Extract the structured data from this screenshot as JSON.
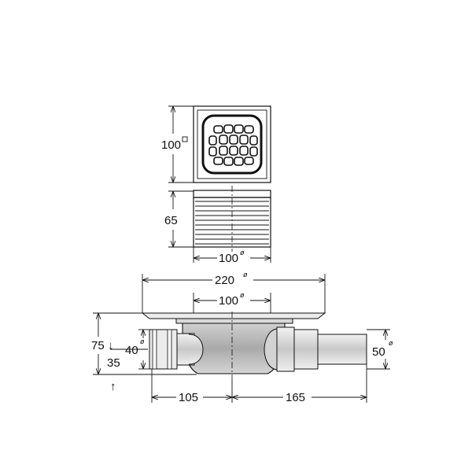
{
  "dimensions": {
    "grate_side": "100",
    "body_height": "65",
    "body_diameter": "100",
    "flange_diameter": "220",
    "inner_diameter": "100",
    "total_height": "75",
    "outlet_height": "35",
    "inlet_diameter": "40",
    "outlet_diameter": "50",
    "left_length": "105",
    "right_length": "165"
  },
  "symbols": {
    "diameter": "ø",
    "square": "□",
    "arrow_down": "↓",
    "arrow_up": "↑"
  }
}
